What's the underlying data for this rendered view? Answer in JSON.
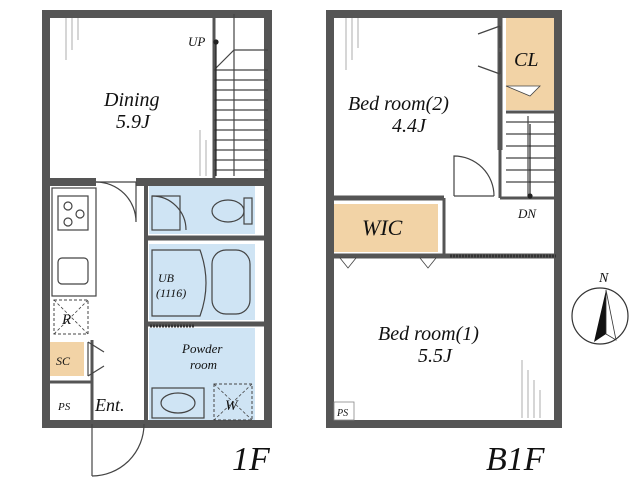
{
  "floors": {
    "first": {
      "label": "1F",
      "rooms": {
        "dining": {
          "name": "Dining",
          "size": "5.9J"
        },
        "unit_bath": {
          "name": "UB",
          "spec": "(1116)"
        },
        "powder": {
          "line1": "Powder",
          "line2": "room"
        },
        "refrigerator": "R",
        "shoe_closet": "SC",
        "pipe_space": "PS",
        "entrance": "Ent.",
        "washer": "W"
      },
      "stair_label": "UP"
    },
    "basement": {
      "label": "B1F",
      "rooms": {
        "bedroom2": {
          "name": "Bed room(2)",
          "size": "4.4J"
        },
        "bedroom1": {
          "name": "Bed room(1)",
          "size": "5.5J"
        },
        "closet": "CL",
        "wic": "WIC",
        "pipe_space": "PS"
      },
      "stair_label": "DN"
    }
  },
  "compass": {
    "label": "N"
  },
  "colors": {
    "wet_area": "#cfe4f4",
    "storage": "#f2d3a6",
    "wall": "#555555"
  }
}
